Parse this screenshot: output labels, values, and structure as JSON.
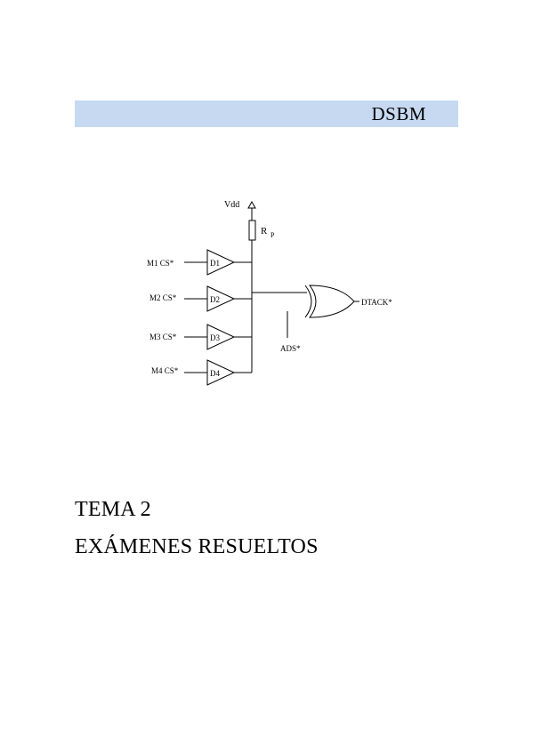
{
  "header": {
    "title": "DSBM",
    "band_color": "#c6d9f1"
  },
  "diagram": {
    "vdd_label": "Vdd",
    "resistor_label": "R",
    "resistor_sub": "P",
    "inputs": [
      "M1 CS*",
      "M2 CS*",
      "M3 CS*",
      "M4 CS*"
    ],
    "drivers": [
      "D1",
      "D2",
      "D3",
      "D4"
    ],
    "output_label": "DTACK*",
    "ads_label": "ADS*"
  },
  "body": {
    "line1": "TEMA 2",
    "line2": "EXÁMENES RESUELTOS"
  }
}
